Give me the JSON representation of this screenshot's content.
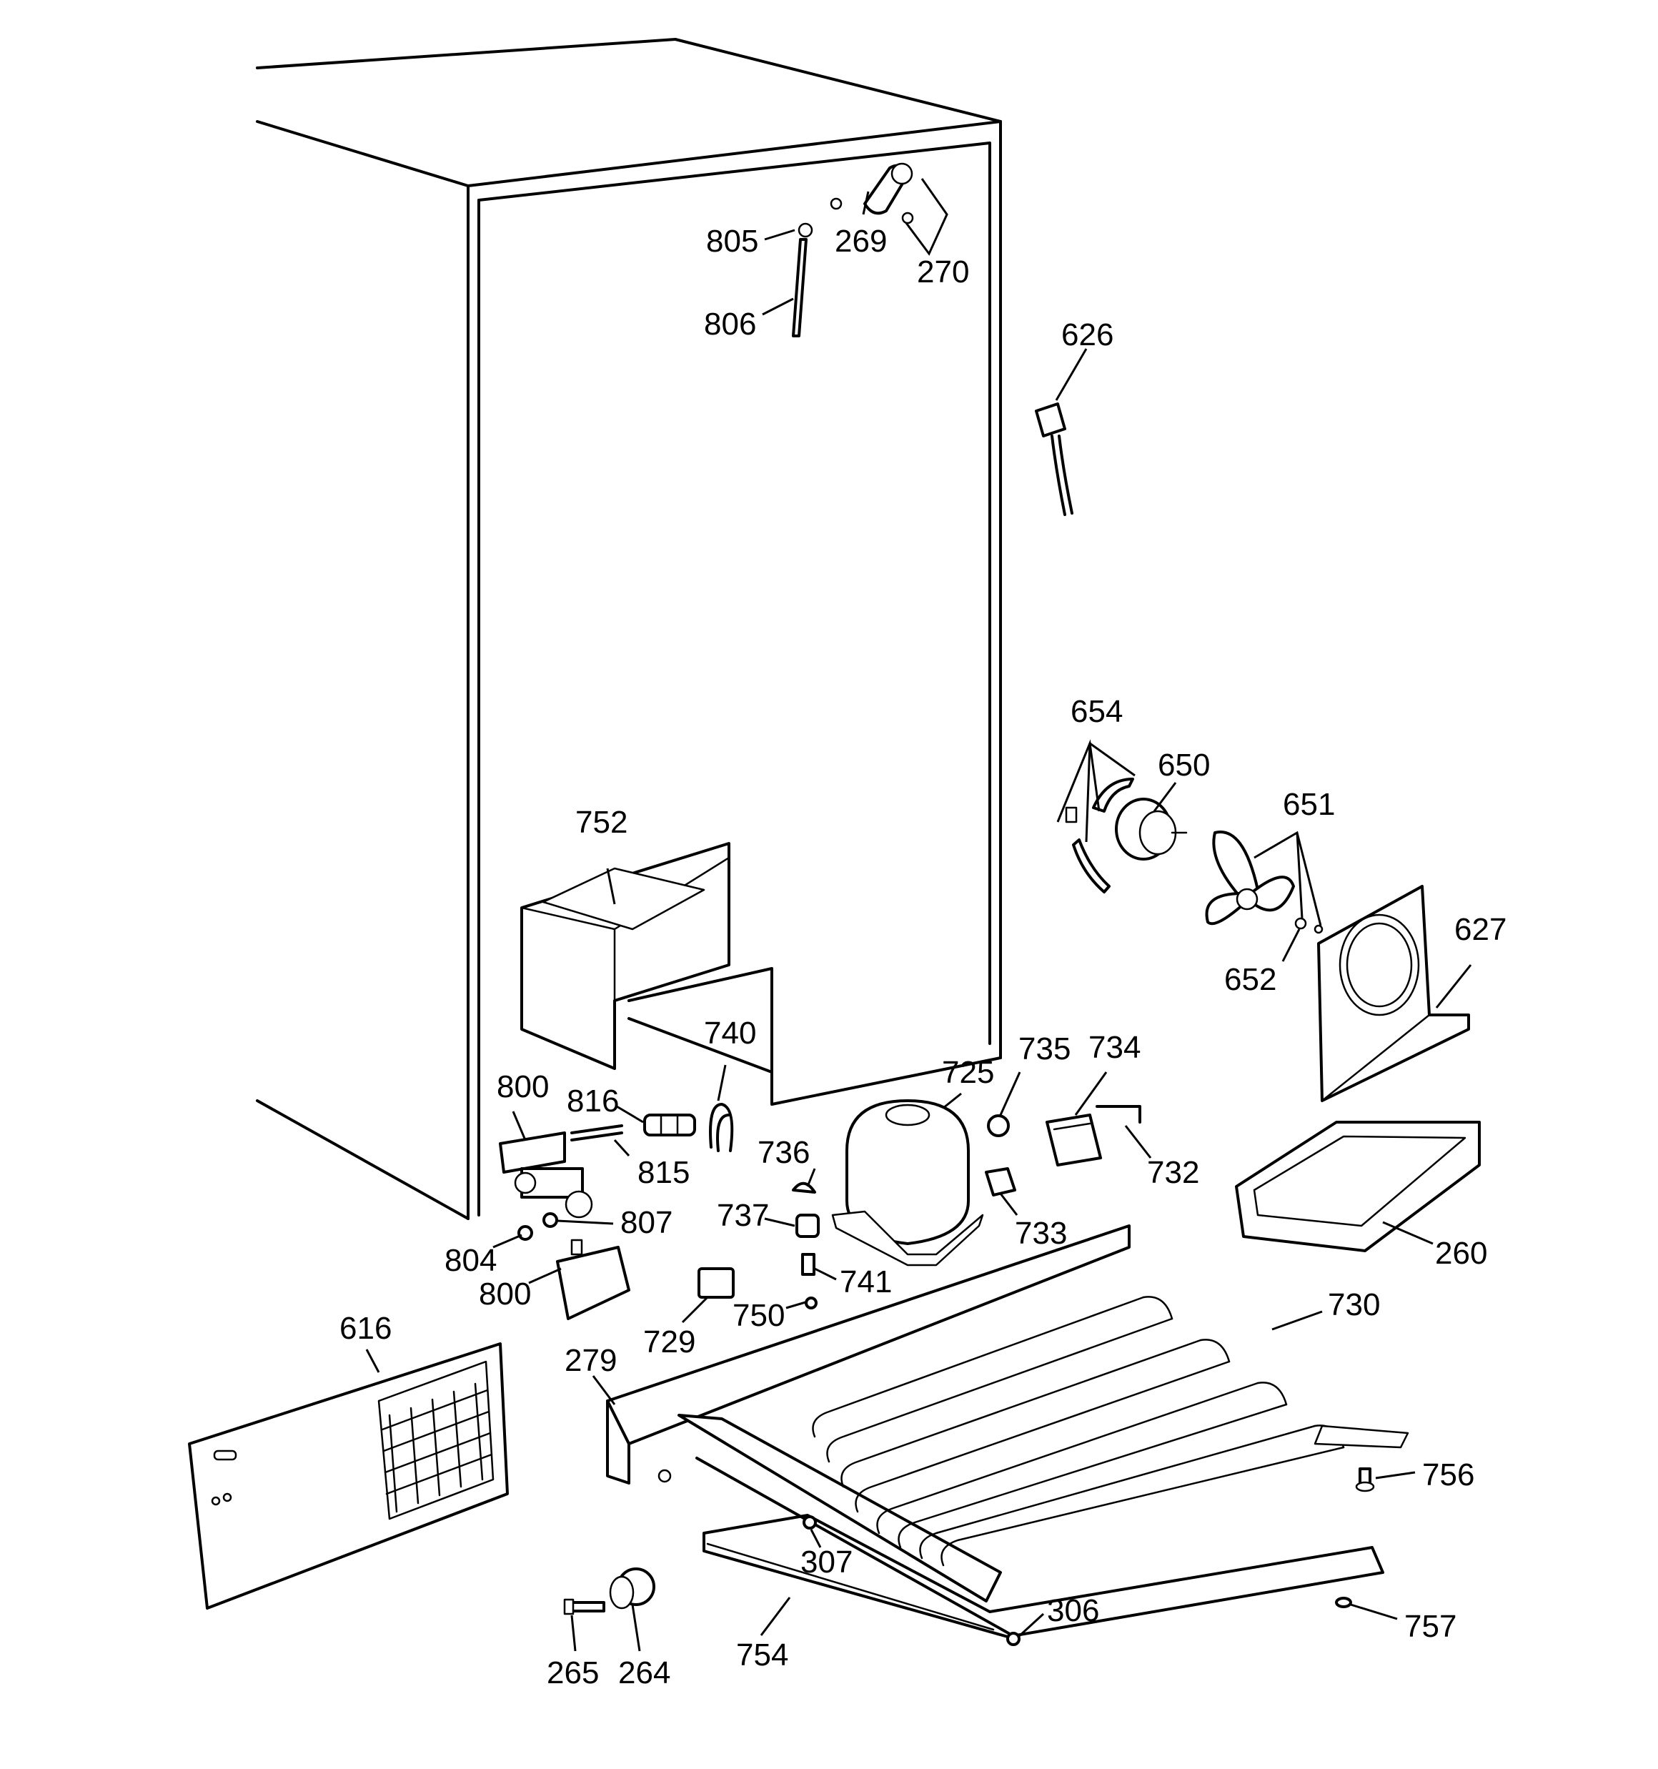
{
  "diagram": {
    "part_labels": [
      "805",
      "269",
      "270",
      "806",
      "626",
      "654",
      "650",
      "651",
      "627",
      "652",
      "752",
      "740",
      "735",
      "734",
      "725",
      "800",
      "816",
      "815",
      "736",
      "737",
      "807",
      "804",
      "800",
      "741",
      "733",
      "732",
      "260",
      "729",
      "750",
      "730",
      "616",
      "279",
      "756",
      "307",
      "306",
      "757",
      "754",
      "265",
      "264"
    ]
  }
}
